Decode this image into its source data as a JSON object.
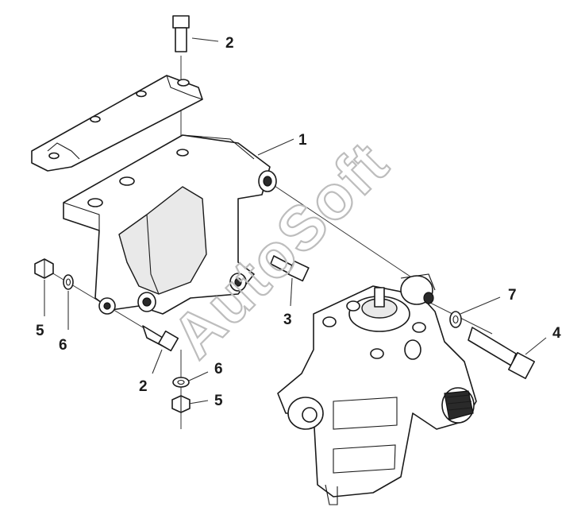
{
  "watermark": "AutoSoft",
  "callouts": {
    "bracket": "1",
    "bolt_top": "2",
    "bolt_bottom": "2",
    "bolt_middle": "3",
    "bolt_right": "4",
    "nut_left": "5",
    "nut_bottom": "5",
    "washer_left": "6",
    "washer_bottom": "6",
    "washer_right": "7"
  },
  "colors": {
    "line": "#1a1a1a",
    "watermark": "#bdbdbd",
    "background": "#ffffff"
  }
}
